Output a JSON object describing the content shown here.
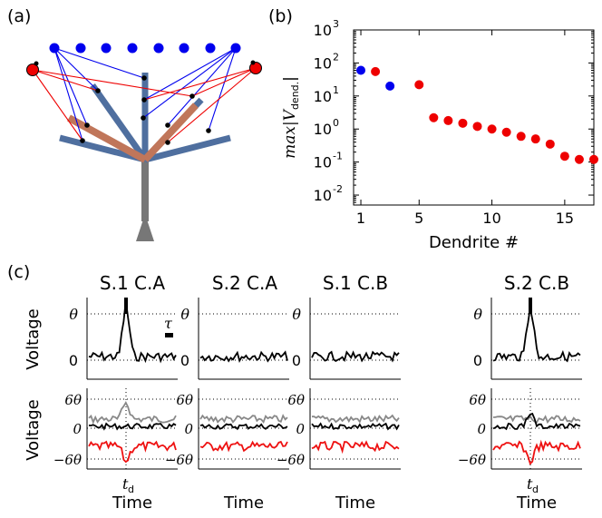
{
  "panel_labels": [
    "(a)",
    "(b)",
    "(c)"
  ],
  "colors": {
    "blue": "#0000ee",
    "red": "#ee0000",
    "dendrite_blue": "#4f6f9f",
    "dendrite_orange": "#c0765a",
    "soma_gray": "#777777",
    "trace_black": "#000000",
    "trace_gray": "#888888",
    "trace_red": "#ee1111"
  },
  "panel_c": {
    "column_titles": [
      "S.1 C.A",
      "S.2 C.A",
      "S.1 C.B",
      "S.2 C.B"
    ],
    "ylabel": "Voltage",
    "xlabel": "Time",
    "top_ticks": [
      "θ",
      "0"
    ],
    "bottom_ticks": [
      "6θ",
      "0",
      "−6θ"
    ],
    "td_label": "t",
    "td_sub": "d",
    "tau_label": "τ"
  },
  "chart_data": [
    {
      "type": "scatter",
      "xlabel": "Dendrite #",
      "ylabel": "max|V",
      "ylabel_sub": "dend.",
      "ylabel_close": "|",
      "yscale": "log",
      "ylim": [
        0.005,
        1000
      ],
      "xlim": [
        0.5,
        17
      ],
      "xticks": [
        "1",
        "5",
        "10",
        "15"
      ],
      "yticks": [
        "10",
        "10",
        "10",
        "10",
        "10",
        "10"
      ],
      "ytick_exps": [
        "-2",
        "-1",
        "0",
        "1",
        "2",
        "3"
      ],
      "series": [
        {
          "color": "blue",
          "x": [
            1,
            3
          ],
          "y": [
            60,
            20
          ]
        },
        {
          "color": "red",
          "x": [
            2,
            5,
            6,
            7,
            8,
            9,
            10,
            11,
            12,
            13,
            14,
            15,
            16,
            17
          ],
          "y": [
            55,
            22,
            2.2,
            1.8,
            1.5,
            1.2,
            1.0,
            0.8,
            0.6,
            0.5,
            0.35,
            0.15,
            0.12,
            0.12
          ]
        }
      ]
    }
  ]
}
